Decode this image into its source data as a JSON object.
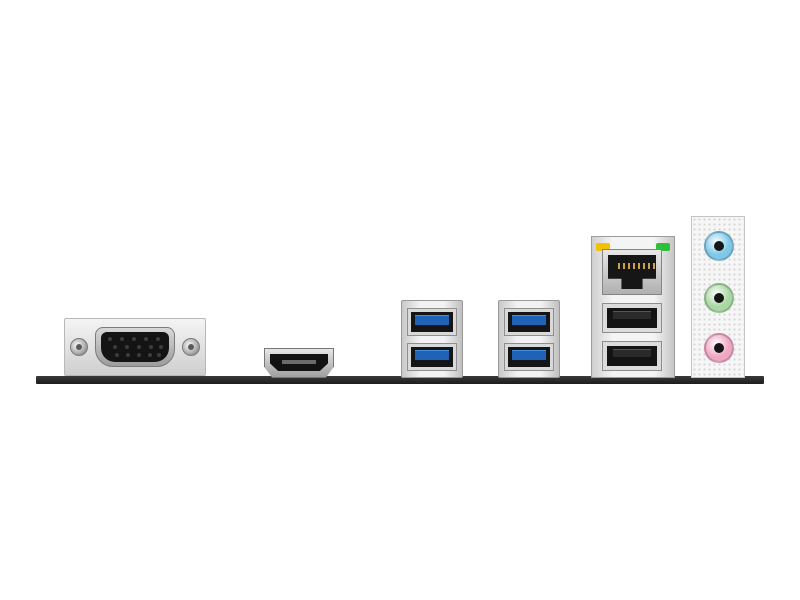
{
  "scene": "motherboard-rear-io-panel",
  "ports": {
    "vga": {
      "name": "vga-port"
    },
    "hdmi": {
      "name": "hdmi-port"
    },
    "usb3_left": {
      "count": 2,
      "tongue_color": "#1f63b8"
    },
    "usb3_right": {
      "count": 2,
      "tongue_color": "#1f63b8"
    },
    "lan": {
      "led_left": "#f2c200",
      "led_right": "#2fbf3a"
    },
    "usb2": {
      "count": 2,
      "tongue_color": "#2a2a2a"
    },
    "audio": {
      "jacks": [
        {
          "color": "#7fc8e8",
          "label": "line-in"
        },
        {
          "color": "#a9d8a4",
          "label": "line-out"
        },
        {
          "color": "#f0a7c2",
          "label": "mic-in"
        }
      ]
    }
  },
  "colors": {
    "background": "#ffffff",
    "pcb": "#222222",
    "metal": "#e4e4e4"
  }
}
